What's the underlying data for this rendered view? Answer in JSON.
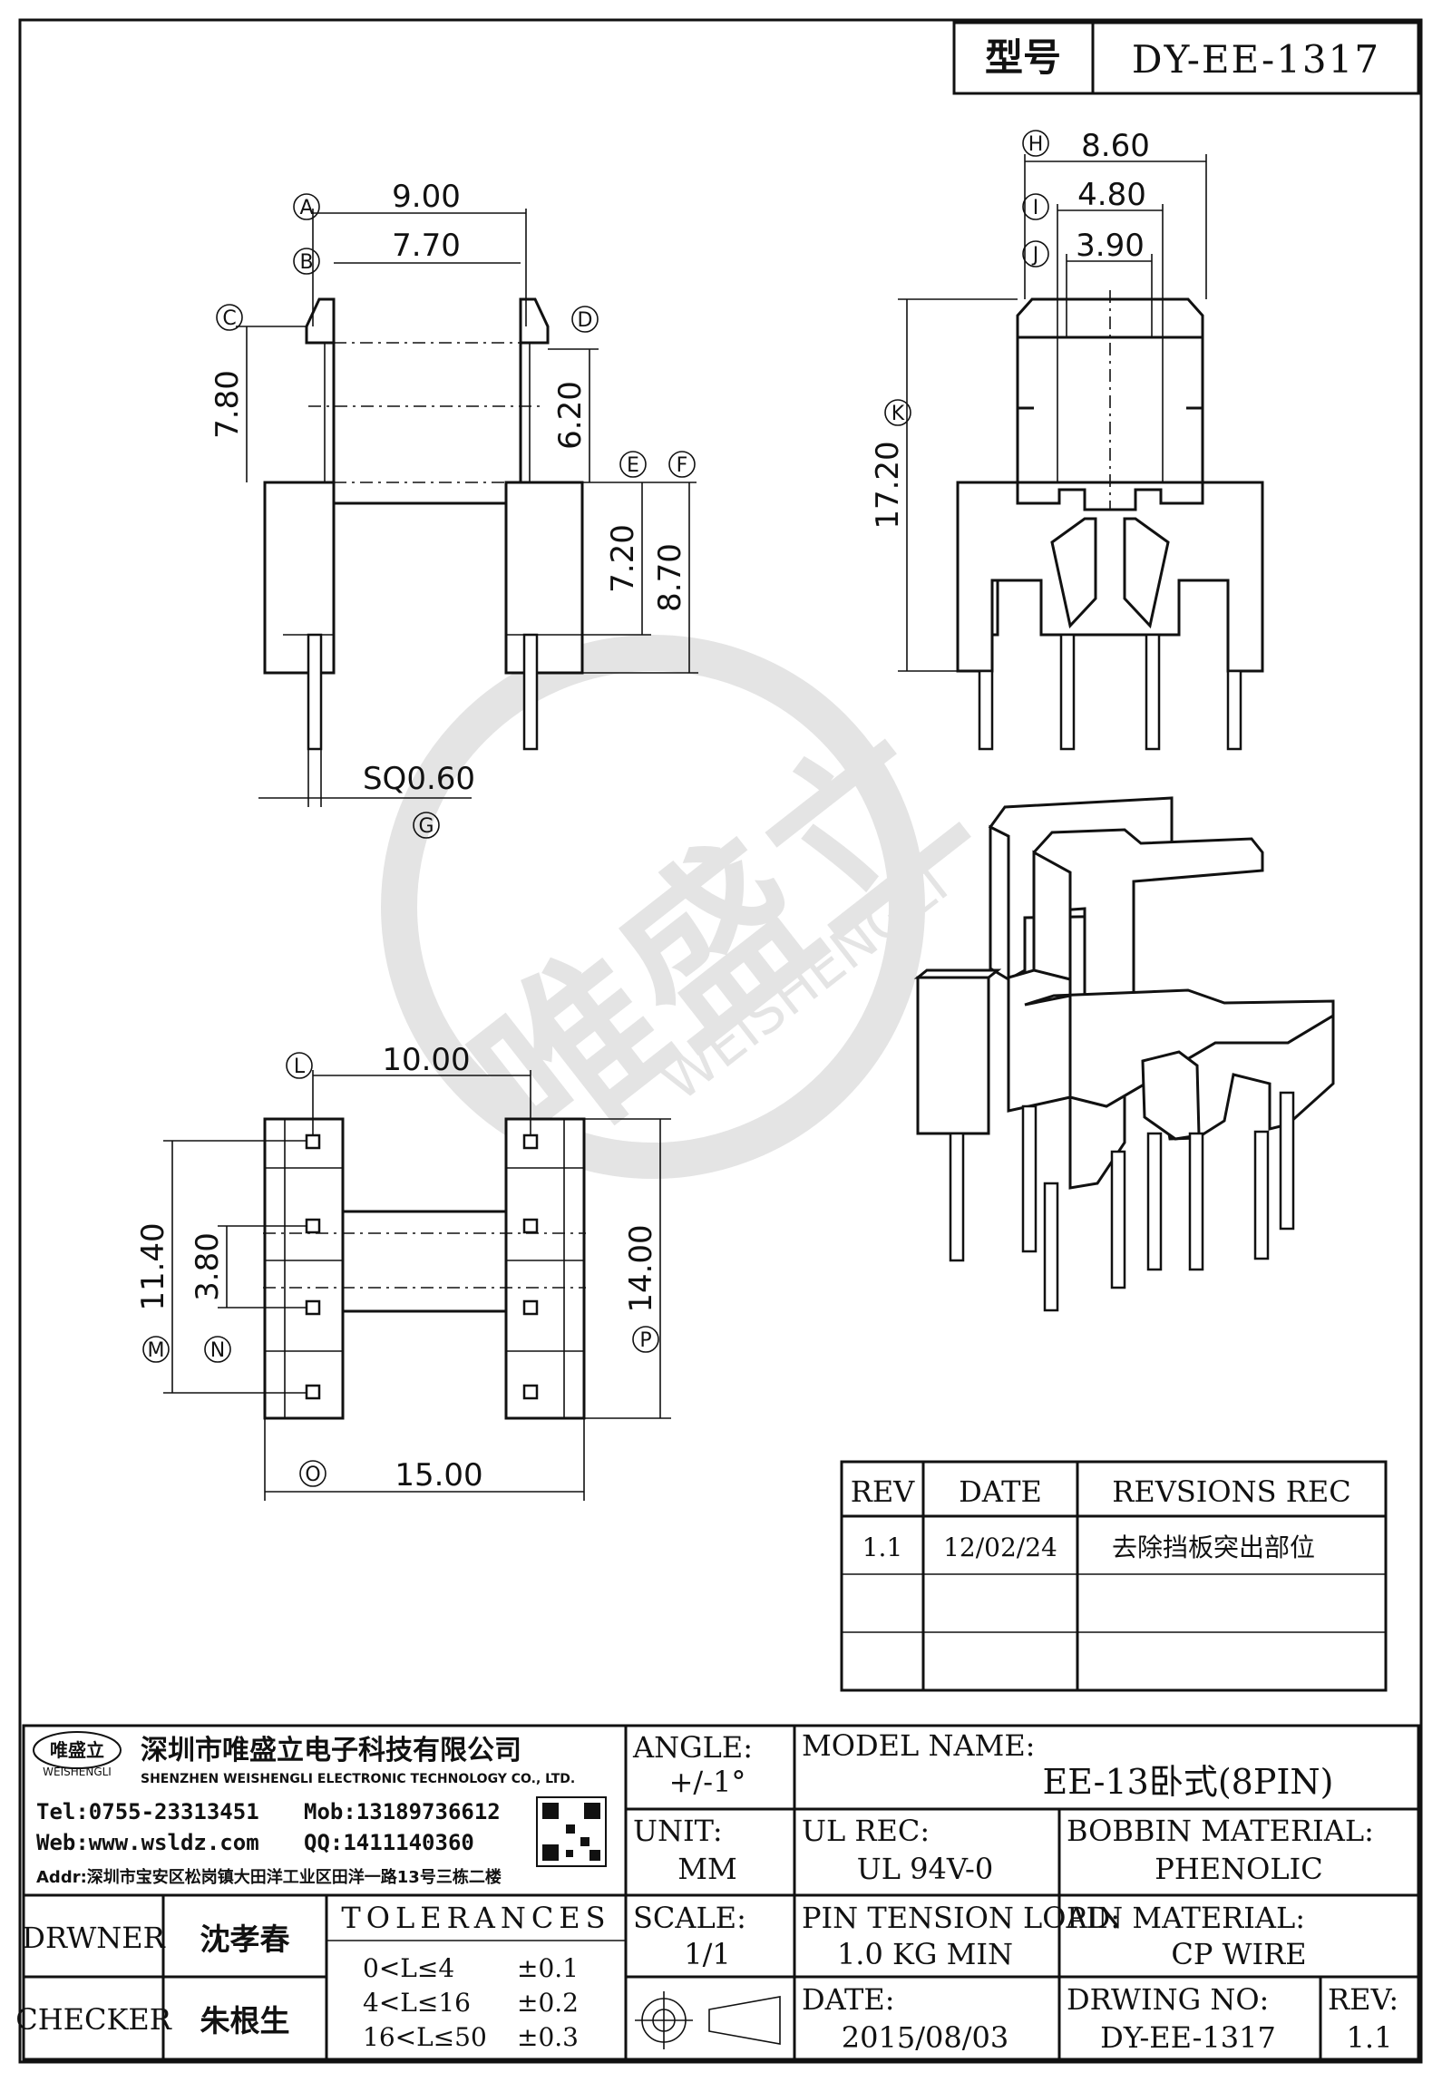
{
  "header": {
    "type_label": "型号",
    "model_no": "DY-EE-1317"
  },
  "dimensions": {
    "front": [
      "9.00",
      "7.70",
      "7.80",
      "6.20",
      "7.20",
      "8.70",
      "SQ0.60"
    ],
    "side": [
      "8.60",
      "4.80",
      "3.90",
      "17.20"
    ],
    "bottom": [
      "10.00",
      "11.40",
      "3.80",
      "14.00",
      "15.00"
    ]
  },
  "callouts": [
    "A",
    "B",
    "C",
    "D",
    "E",
    "F",
    "G",
    "H",
    "I",
    "J",
    "K",
    "L",
    "M",
    "N",
    "O",
    "P"
  ],
  "watermark": {
    "text": "唯盛立",
    "sub": "WEISHENGLI"
  },
  "revision_table": {
    "headers": [
      "REV",
      "DATE",
      "REVSIONS REC"
    ],
    "rows": [
      [
        "1.1",
        "12/02/24",
        "去除挡板突出部位"
      ],
      [
        "",
        "",
        ""
      ],
      [
        "",
        "",
        ""
      ]
    ]
  },
  "company": {
    "logo_text": "唯盛立",
    "logo_sub": "WEISHENGLI",
    "name_cn": "深圳市唯盛立电子科技有限公司",
    "name_en": "SHENZHEN WEISHENGLI ELECTRONIC TECHNOLOGY CO., LTD.",
    "tel": "Tel:0755-23313451",
    "mob": "Mob:13189736612",
    "web": "Web:www.wsldz.com",
    "qq": "QQ:1411140360",
    "addr": "Addr:深圳市宝安区松岗镇大田洋工业区田洋一路13号三栋二楼"
  },
  "title_block": {
    "angle_label": "ANGLE:",
    "angle_value": "+/-1°",
    "model_label": "MODEL NAME:",
    "model_value": "EE-13卧式(8PIN)",
    "unit_label": "UNIT:",
    "unit_value": "MM",
    "ul_label": "UL REC:",
    "ul_value": "UL 94V-0",
    "bobbin_label": "BOBBIN MATERIAL:",
    "bobbin_value": "PHENOLIC",
    "scale_label": "SCALE:",
    "scale_value": "1/1",
    "pin_tension_label": "PIN TENSION LOAD:",
    "pin_tension_value": "1.0 KG MIN",
    "pin_material_label": "PIN MATERIAL:",
    "pin_material_value": "CP WIRE",
    "date_label": "DATE:",
    "date_value": "2015/08/03",
    "drawing_no_label": "DRWING NO:",
    "drawing_no_value": "DY-EE-1317",
    "rev_label": "REV:",
    "rev_value": "1.1",
    "drawer_label": "DRWNER",
    "drawer_name": "沈孝春",
    "checker_label": "CHECKER",
    "checker_name": "朱根生",
    "tolerances_label": "TOLERANCES",
    "tolerances": [
      {
        "range": "0<L≤4",
        "value": "±0.1"
      },
      {
        "range": "4<L≤16",
        "value": "±0.2"
      },
      {
        "range": "16<L≤50",
        "value": "±0.3"
      }
    ]
  }
}
